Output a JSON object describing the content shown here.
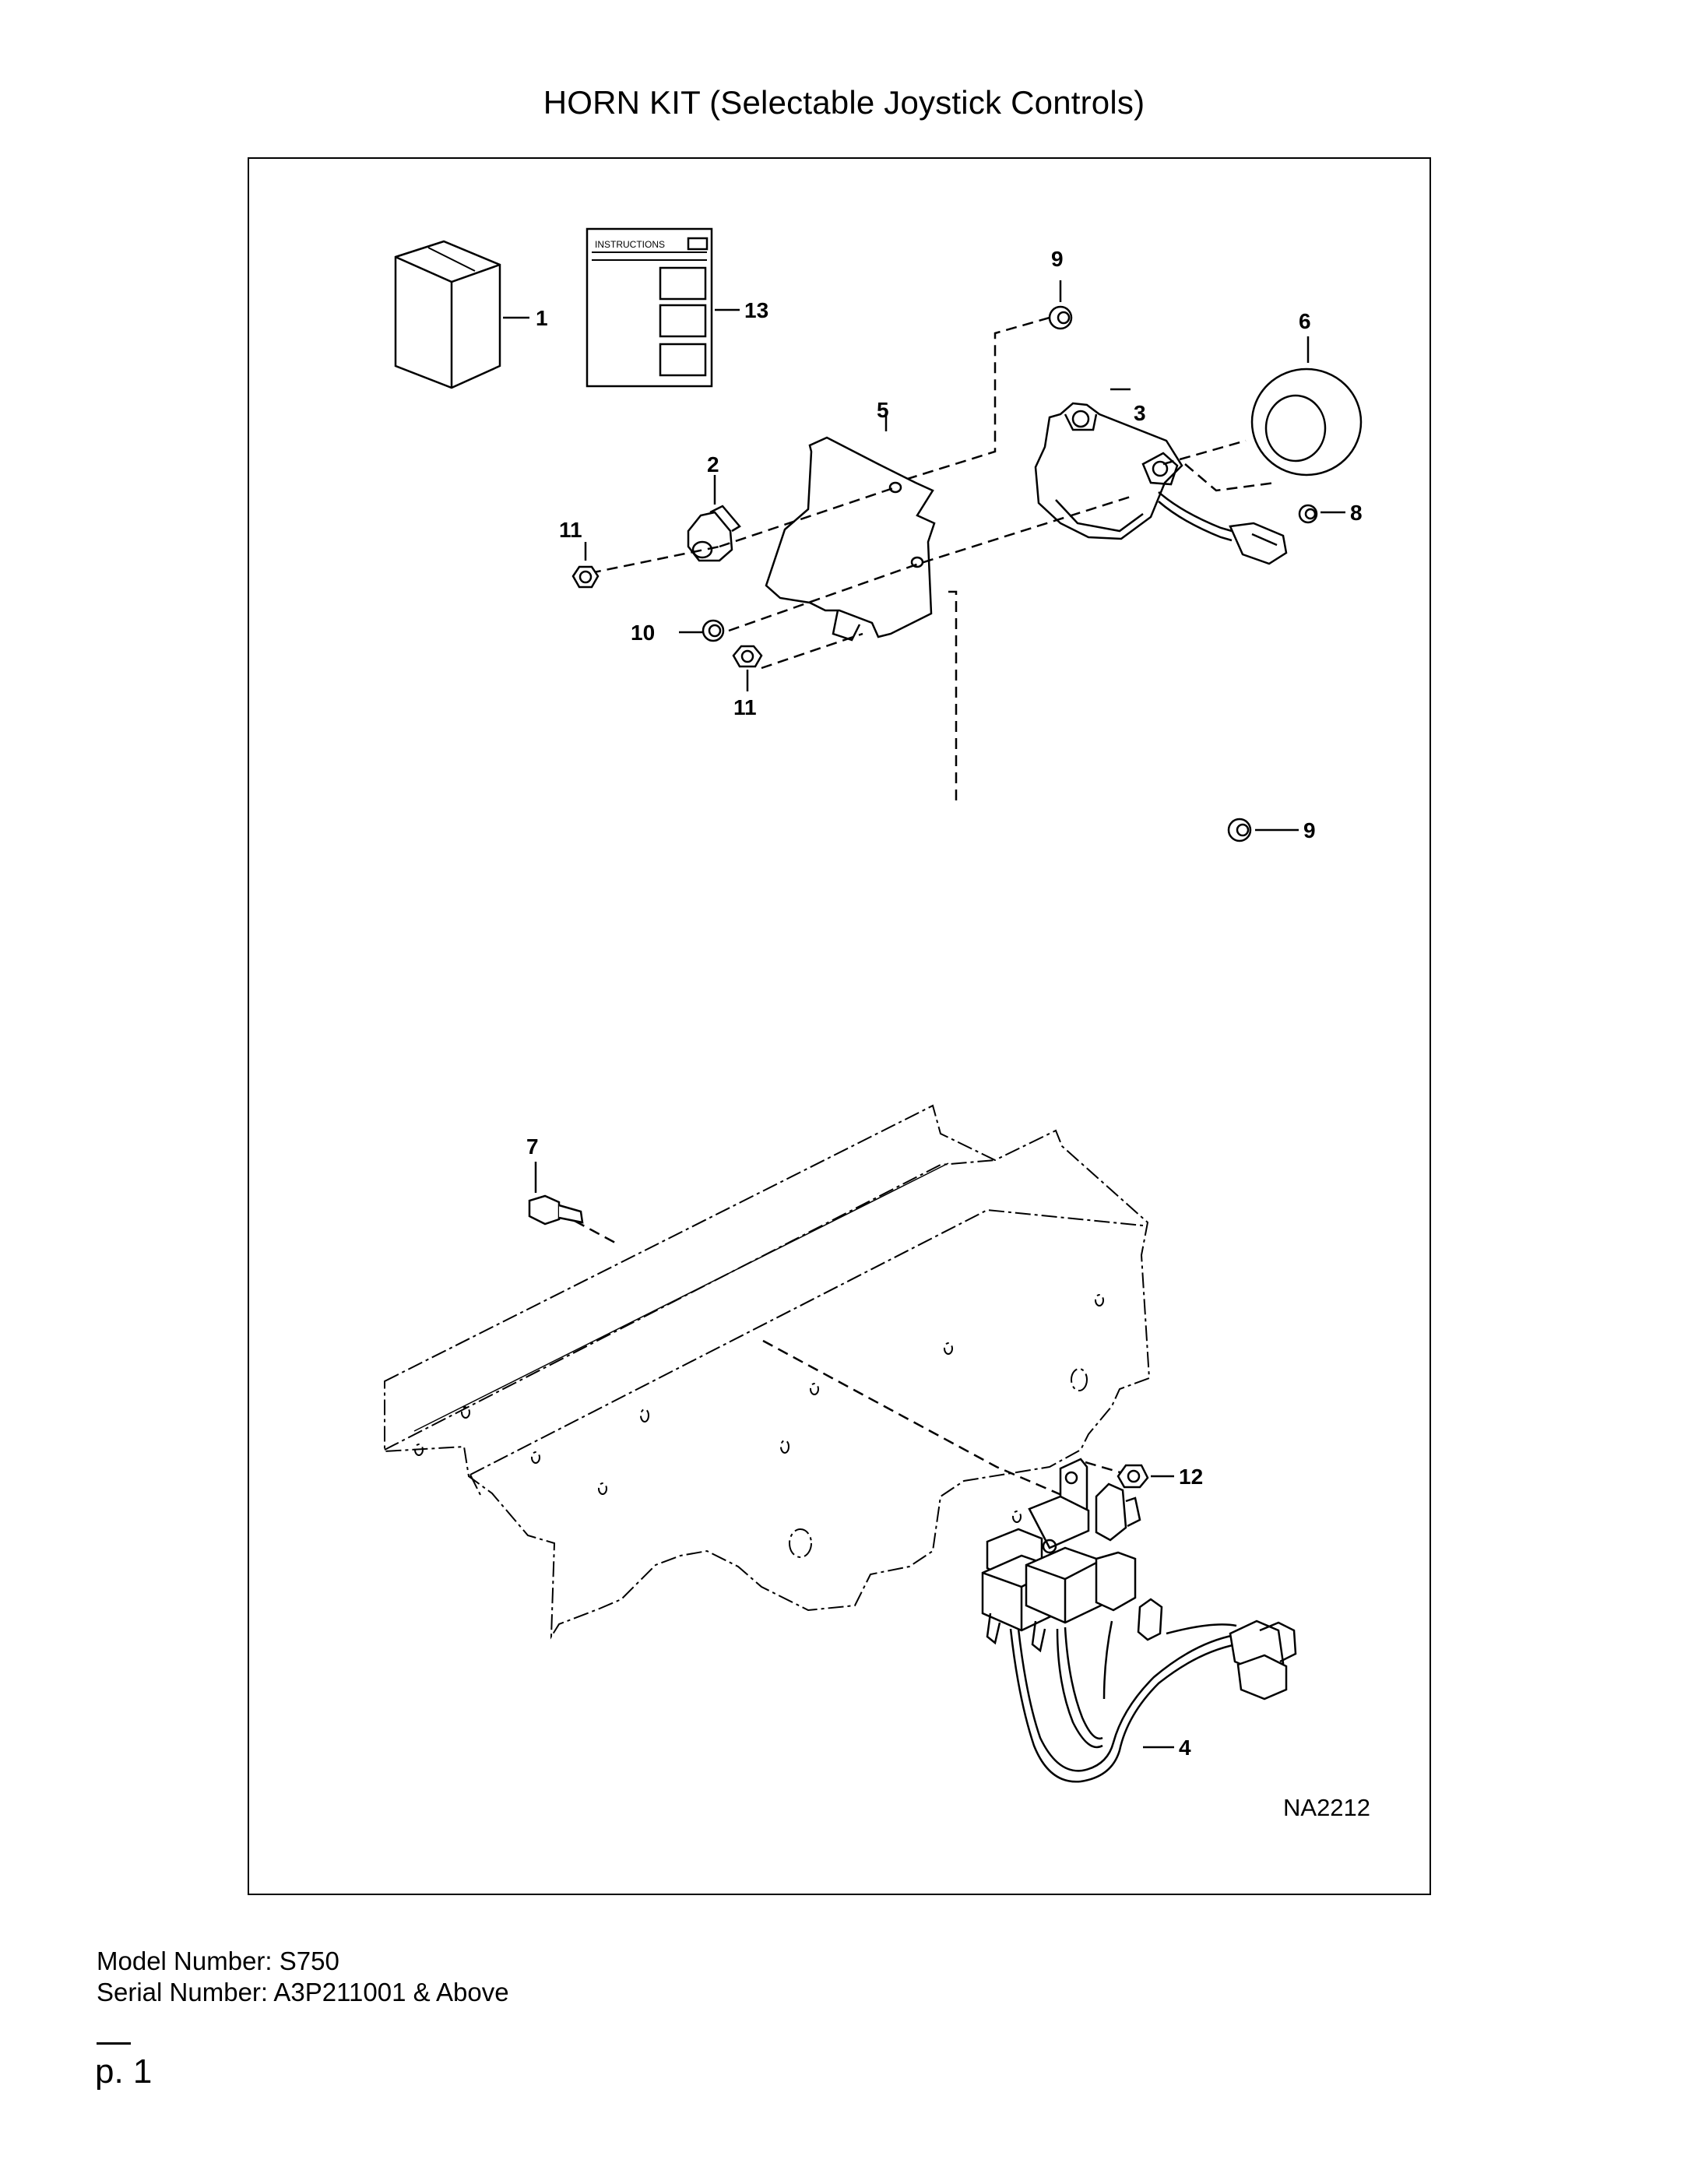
{
  "title": "HORN KIT (Selectable Joystick Controls)",
  "diagram": {
    "instructions_label": "INSTRUCTIONS",
    "drawing_code": "NA2212",
    "callouts": {
      "c1": "1",
      "c2": "2",
      "c3": "3",
      "c4": "4",
      "c5": "5",
      "c6": "6",
      "c7": "7",
      "c8": "8",
      "c9a": "9",
      "c9b": "9",
      "c10": "10",
      "c11a": "11",
      "c11b": "11",
      "c12": "12",
      "c13": "13"
    }
  },
  "model": {
    "label": "Model Number: S750"
  },
  "serial": {
    "label": "Serial Number: A3P211001 & Above"
  },
  "page": {
    "number": "p. 1"
  }
}
